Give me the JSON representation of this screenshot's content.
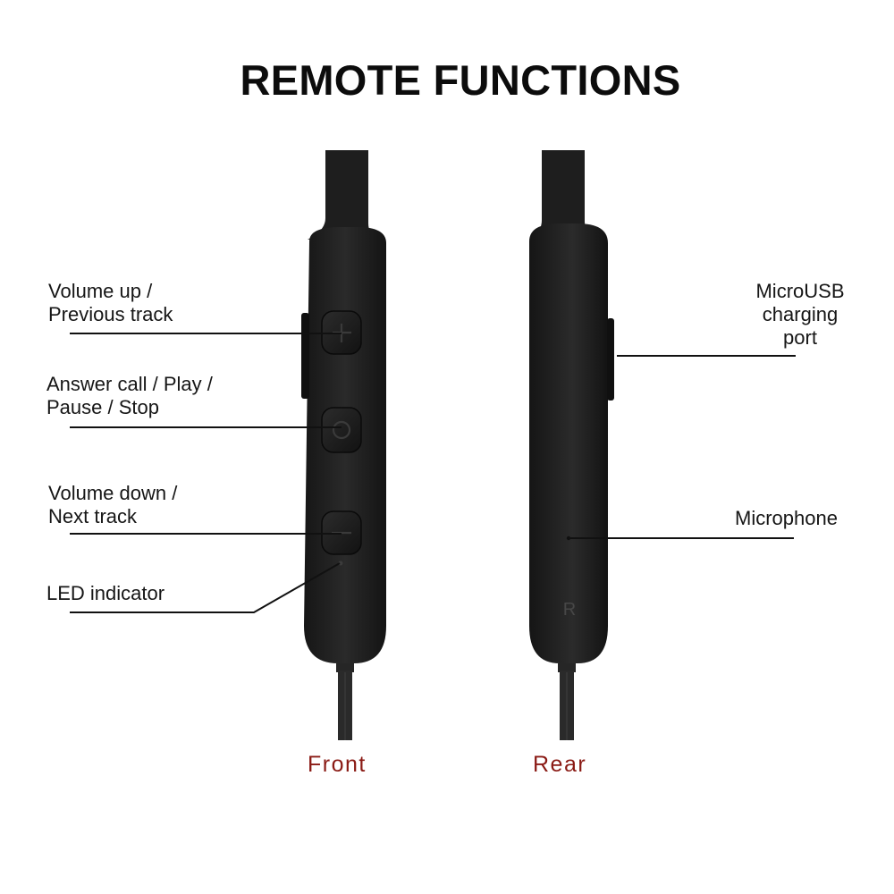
{
  "title": "REMOTE FUNCTIONS",
  "front_labels": {
    "volume_up": "Volume up /\nPrevious track",
    "answer_call": "Answer call / Play /\nPause / Stop",
    "volume_down": "Volume down /\nNext track",
    "led": "LED indicator"
  },
  "rear_labels": {
    "usb": "MicroUSB\ncharging\nport",
    "mic": "Microphone",
    "side_mark": "R"
  },
  "captions": {
    "front": "Front",
    "rear": "Rear"
  },
  "colors": {
    "caption": "#8a1a14",
    "body": "#1c1c1c",
    "leader": "#111111"
  }
}
